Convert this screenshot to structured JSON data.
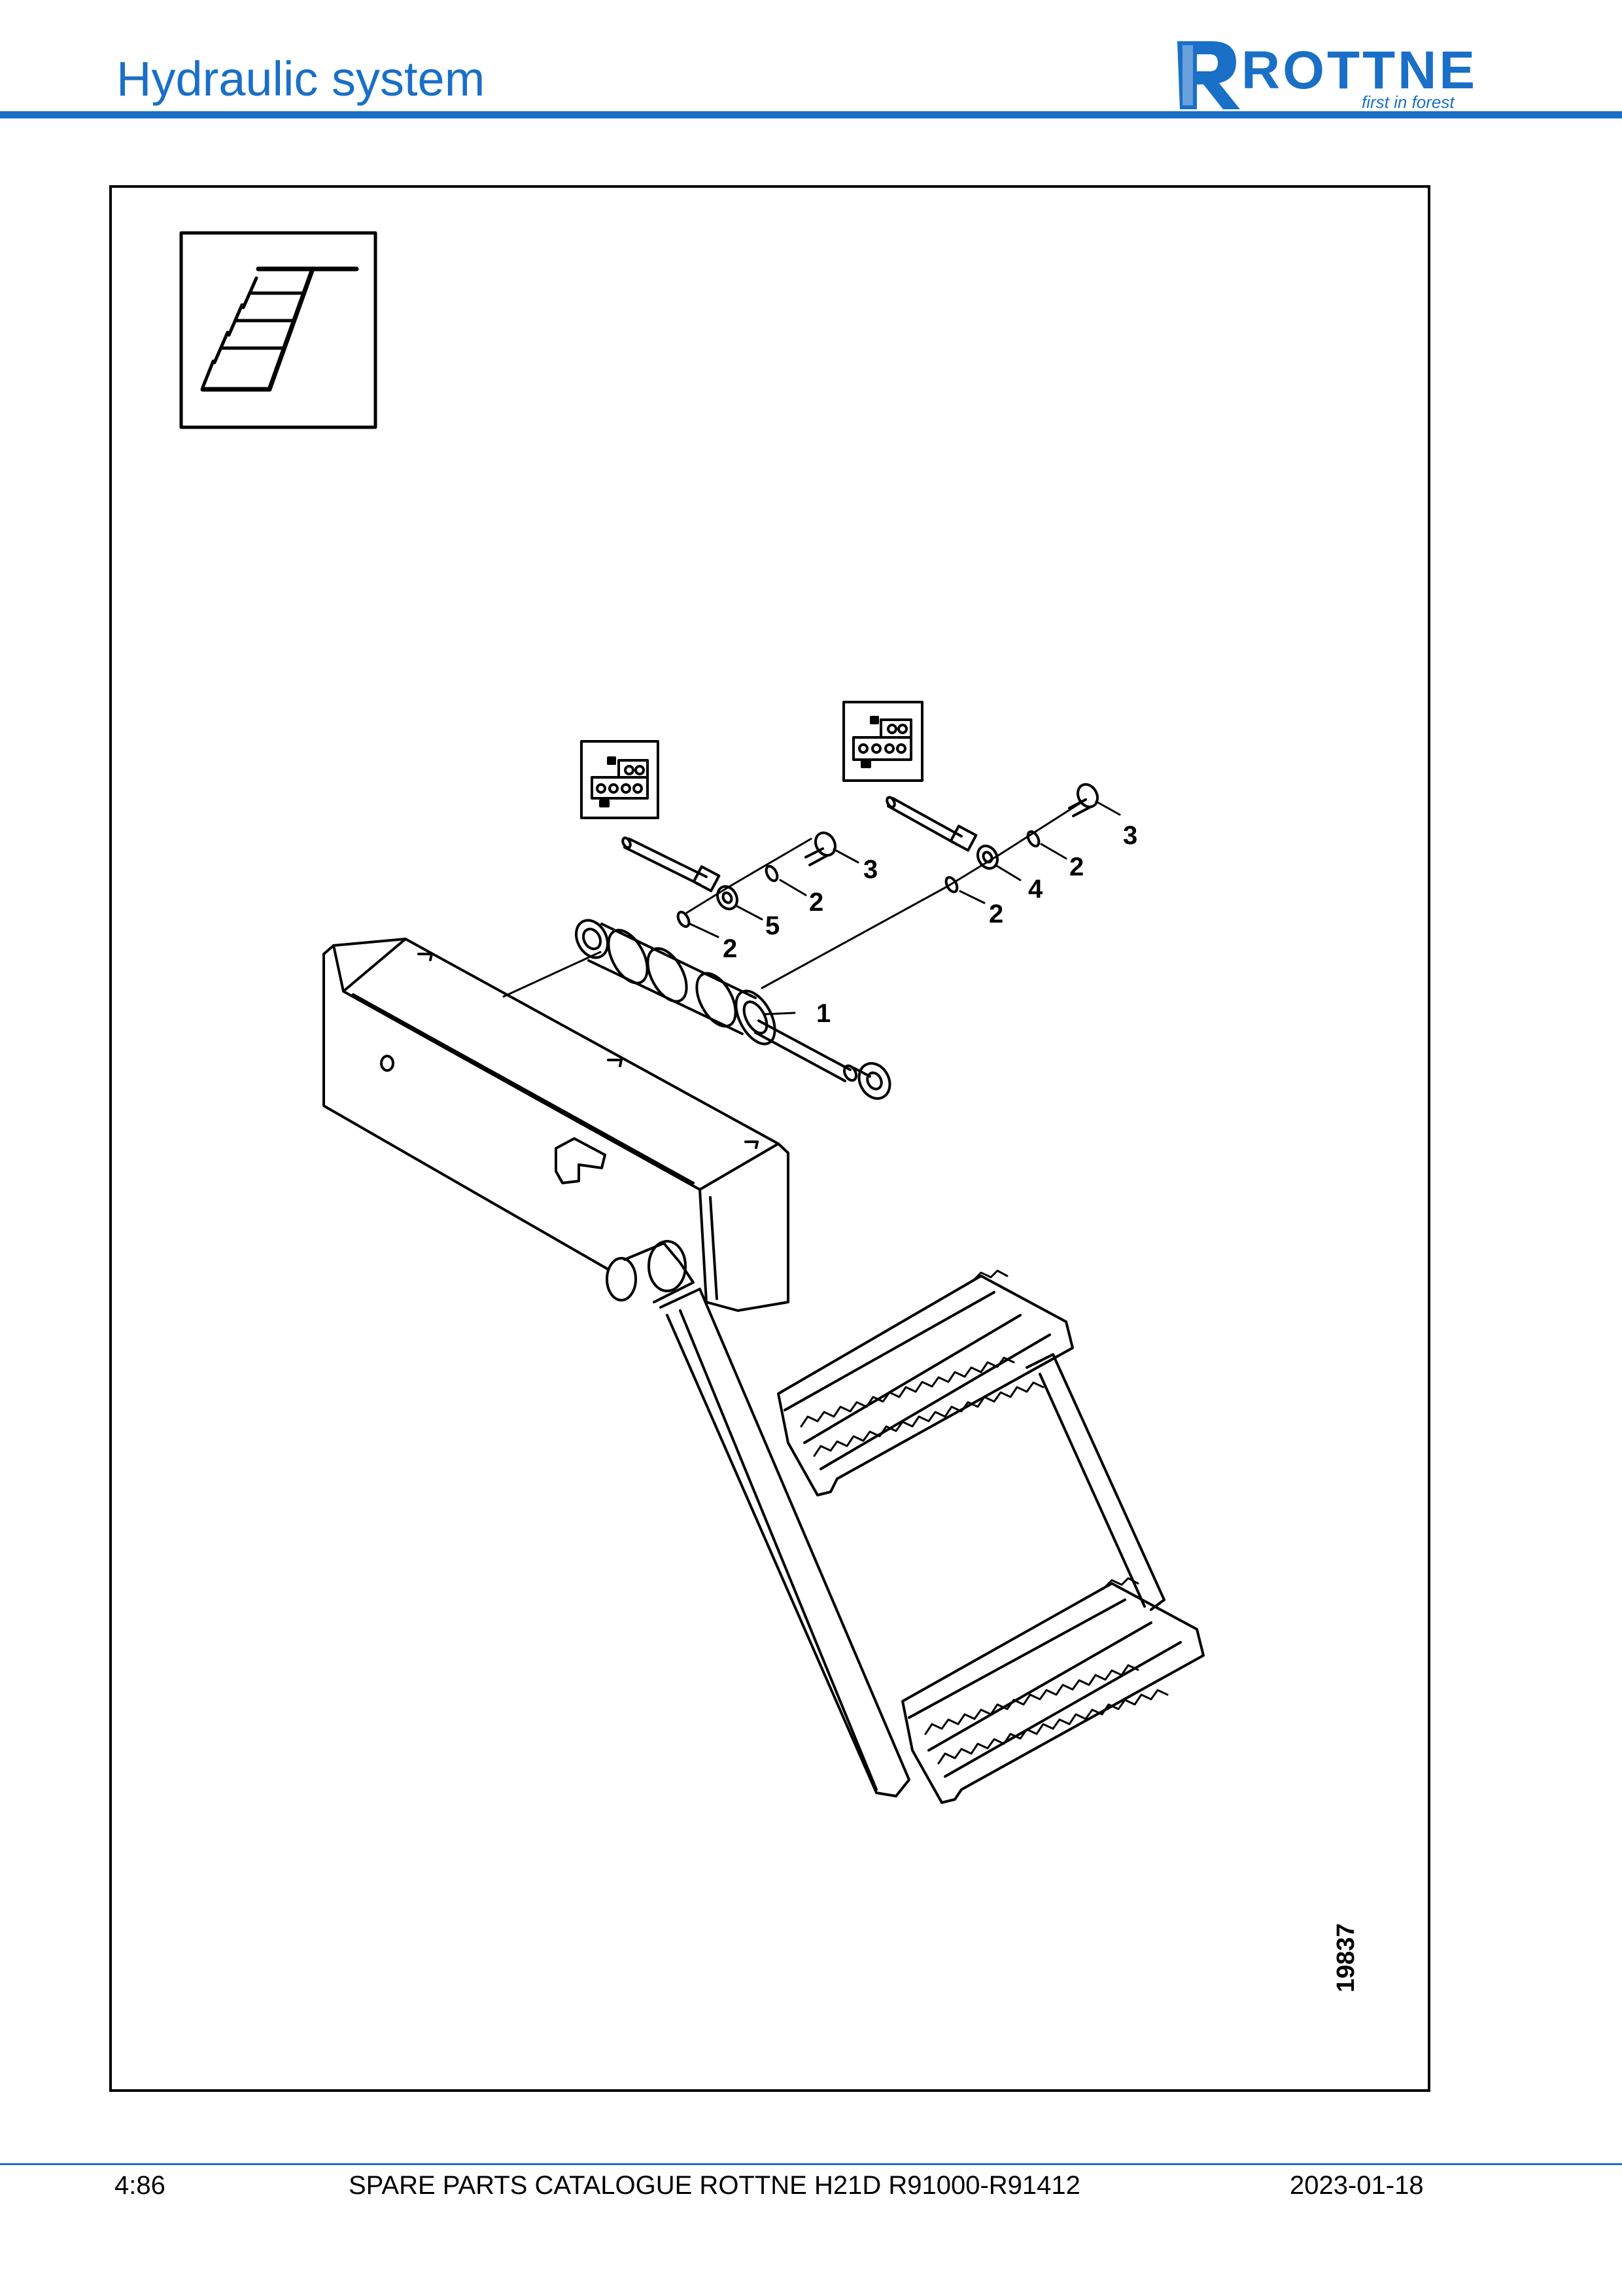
{
  "header": {
    "title": "Hydraulic system",
    "logo_word": "ROTTNE",
    "logo_tagline": "first in forest",
    "color": "#1a6fc7"
  },
  "figure": {
    "number": "19837",
    "callouts": {
      "c1": "1",
      "c2a": "2",
      "c2b": "2",
      "c2c": "2",
      "c2d": "2",
      "c3a": "3",
      "c3b": "3",
      "c4": "4",
      "c5": "5"
    }
  },
  "footer": {
    "page": "4:86",
    "catalogue": "SPARE PARTS CATALOGUE ROTTNE H21D R91000-R91412",
    "date": "2023-01-18"
  }
}
